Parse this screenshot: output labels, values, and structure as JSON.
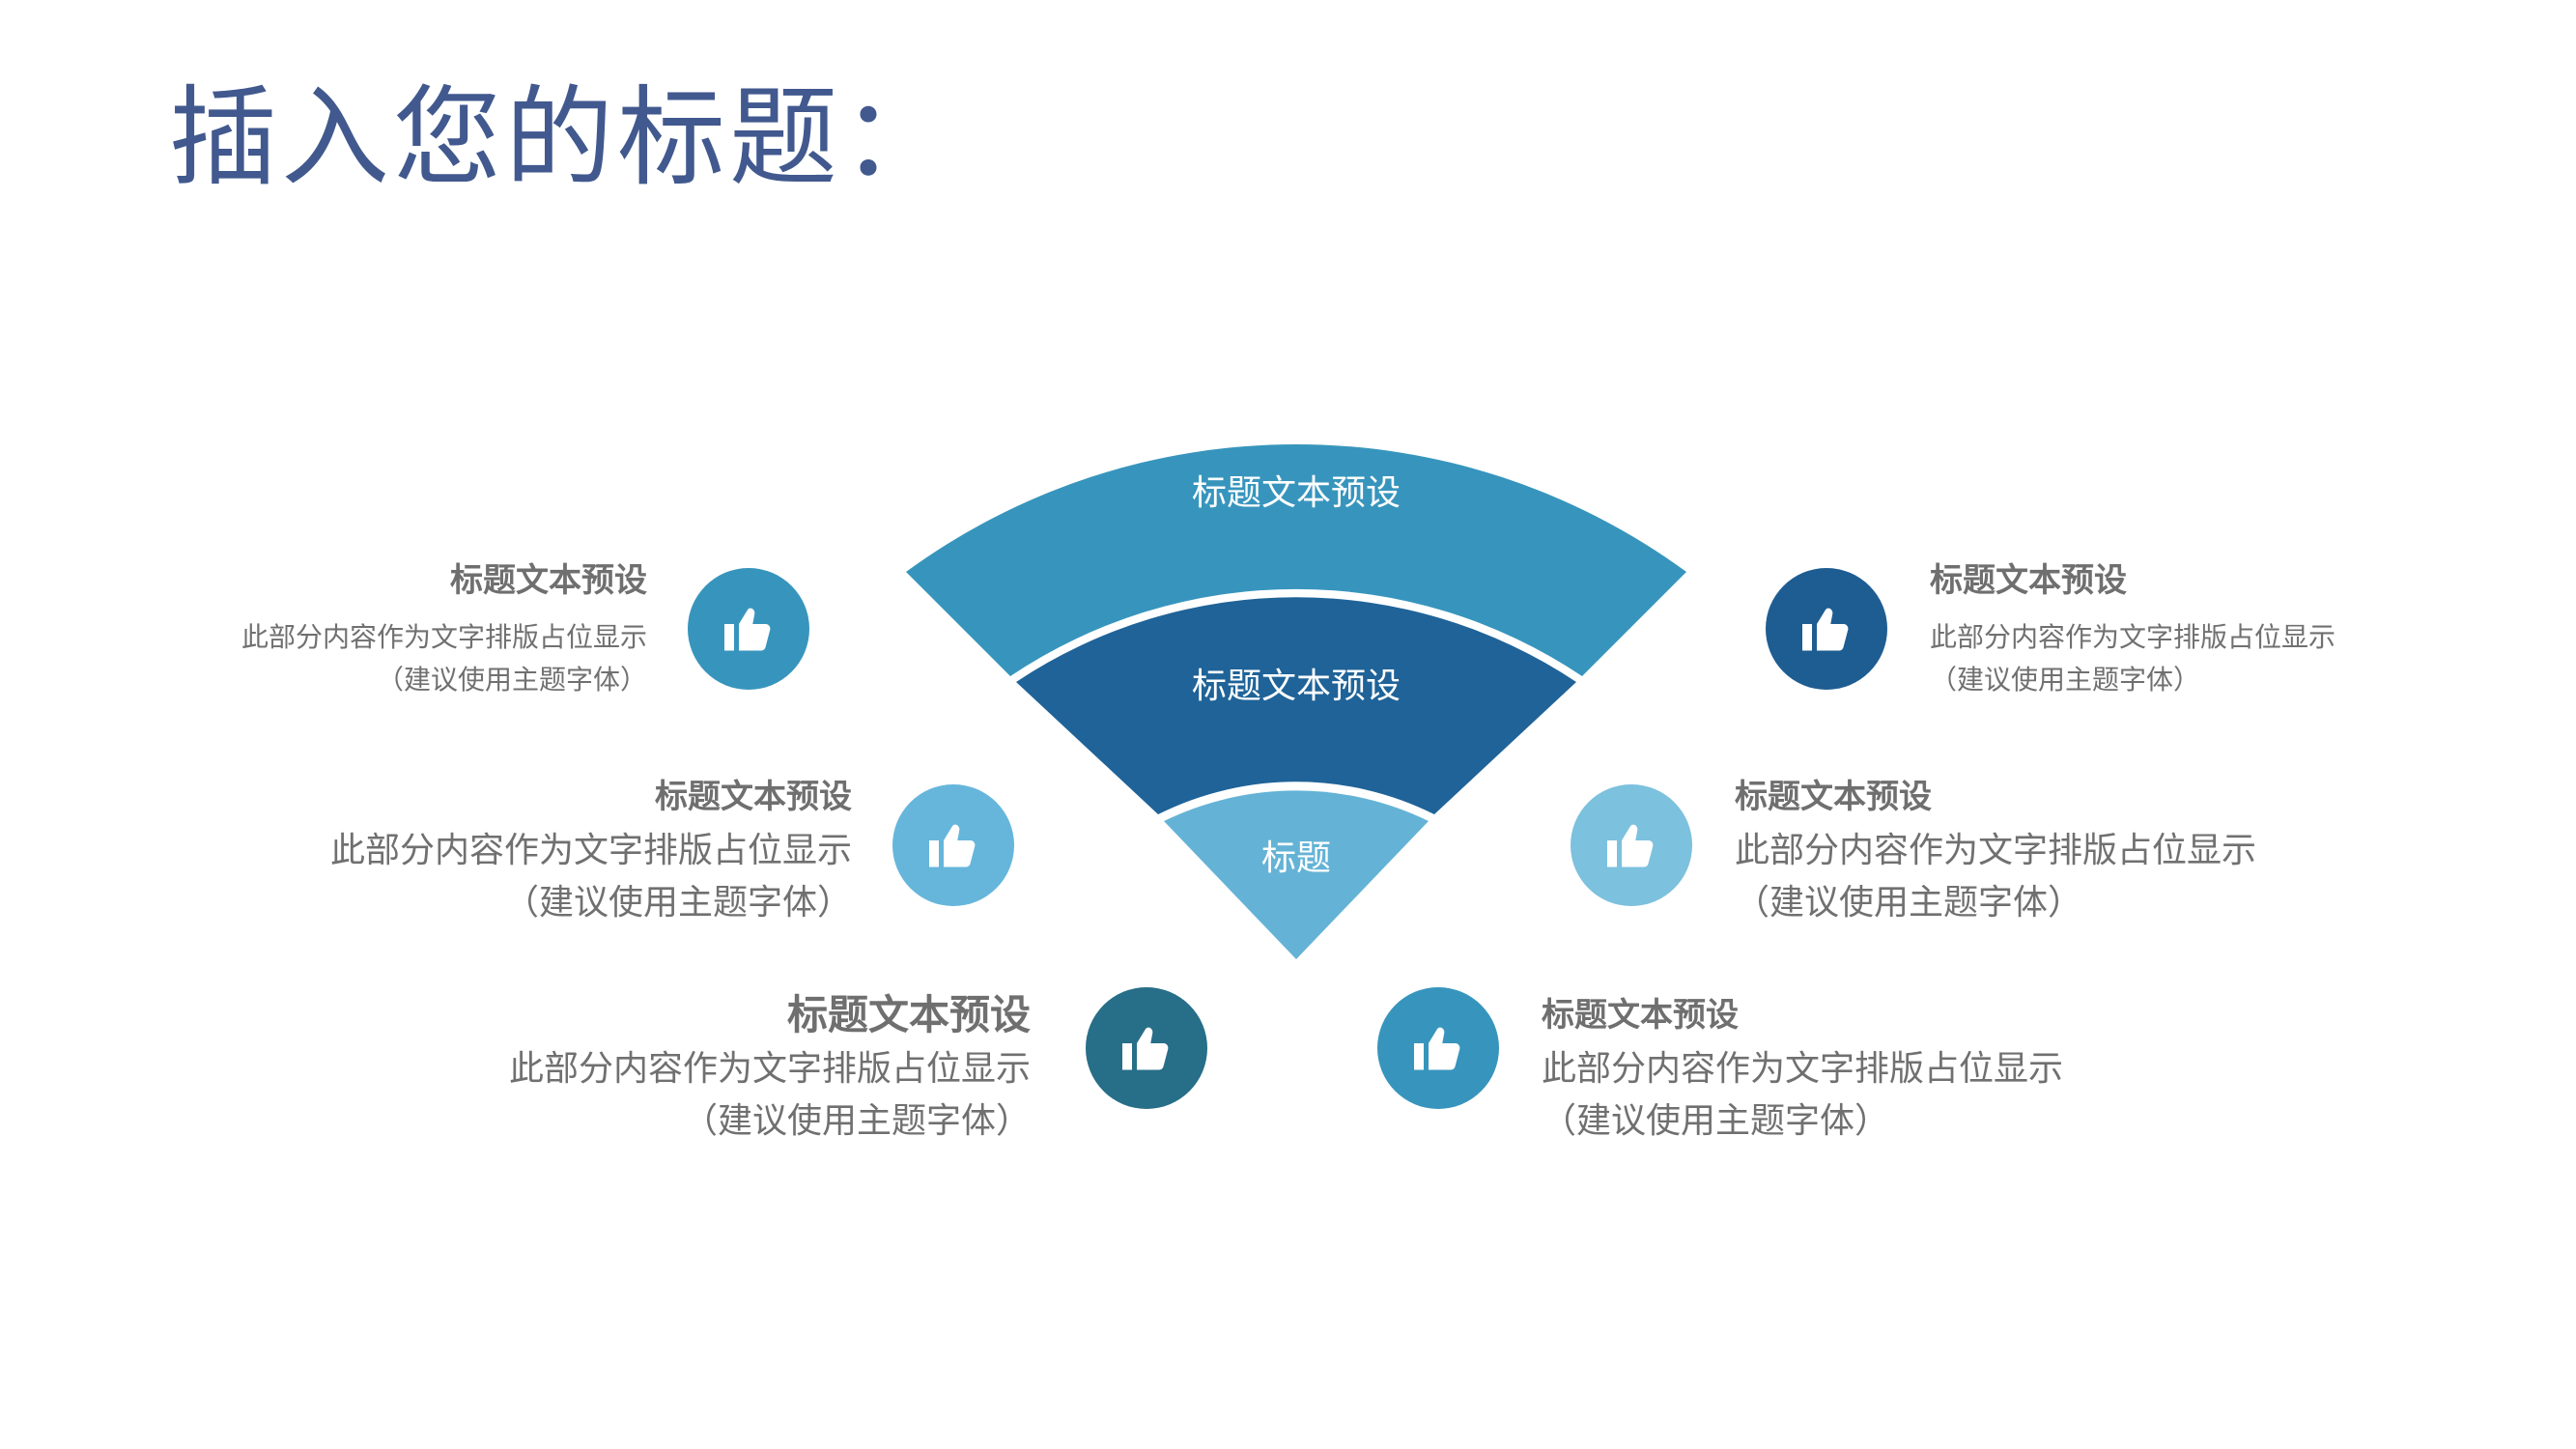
{
  "title": "插入您的标题：",
  "colors": {
    "title": "#41598e",
    "outer_band": "#3795bd",
    "middle_band": "#1f6398",
    "inner_band": "#64b3d6",
    "badge_1": "#3795bd",
    "badge_2": "#66b6dc",
    "badge_3": "#276e88",
    "badge_4": "#1e5d92",
    "badge_5": "#7cc1de",
    "badge_6": "#3795bd"
  },
  "fan": {
    "outer_label": "标题文本预设",
    "middle_label": "标题文本预设",
    "inner_label": "标题"
  },
  "items": [
    {
      "title": "标题文本预设",
      "desc1": "此部分内容作为文字排版占位显示",
      "desc2": "（建议使用主题字体）",
      "icon": "thumbs-up-icon"
    },
    {
      "title": "标题文本预设",
      "desc1": "此部分内容作为文字排版占位显示",
      "desc2": "（建议使用主题字体）",
      "icon": "thumbs-up-icon"
    },
    {
      "title": "标题文本预设",
      "desc1": "此部分内容作为文字排版占位显示",
      "desc2": "（建议使用主题字体）",
      "icon": "thumbs-up-icon"
    },
    {
      "title": "标题文本预设",
      "desc1": "此部分内容作为文字排版占位显示",
      "desc2": "（建议使用主题字体）",
      "icon": "thumbs-up-icon"
    },
    {
      "title": "标题文本预设",
      "desc1": "此部分内容作为文字排版占位显示",
      "desc2": "（建议使用主题字体）",
      "icon": "thumbs-up-icon"
    },
    {
      "title": "标题文本预设",
      "desc1": "此部分内容作为文字排版占位显示",
      "desc2": "（建议使用主题字体）",
      "icon": "thumbs-up-icon"
    }
  ]
}
